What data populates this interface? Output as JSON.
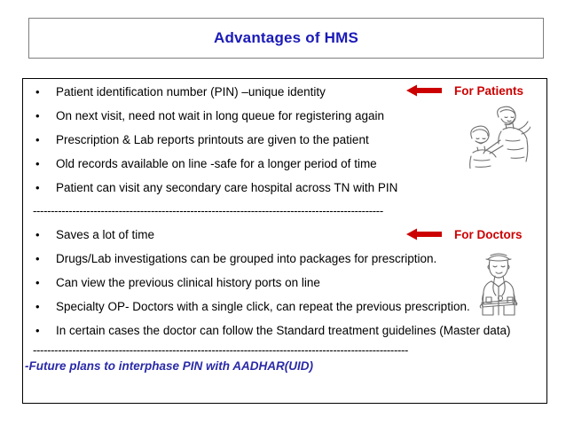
{
  "slide": {
    "title": "Advantages of HMS"
  },
  "patients": {
    "callout_label": "For Patients",
    "arrow_icon": "left-arrow-icon",
    "sketch_icon": "doctor-examining-child-sketch",
    "bullet_glyph": "•",
    "bullets": [
      "Patient identification number (PIN) –unique identity",
      "On next visit, need not wait in long queue for registering again",
      "Prescription & Lab reports printouts are given to the patient",
      "Old records  available on line -safe for a longer period of time",
      "Patient can visit any secondary care hospital across TN with PIN"
    ]
  },
  "doctors": {
    "callout_label": "For Doctors",
    "arrow_icon": "left-arrow-icon",
    "sketch_icon": "doctor-with-clipboard-sketch",
    "bullet_glyph": "•",
    "bullets": [
      "Saves a lot of time",
      "Drugs/Lab investigations can be grouped into packages for prescription.",
      "Can view the previous clinical history ports on line",
      "Specialty OP- Doctors with a single click, can repeat the previous prescription.",
      "In certain cases the doctor can follow the Standard treatment guidelines (Master data)"
    ]
  },
  "dividers": {
    "first": "--------------------------------------------------------------------------------------------------",
    "second": "---------------------------------------------------------------------------------------------------------"
  },
  "footer": {
    "note": "-Future plans to interphase PIN with AADHAR(UID)"
  },
  "colors": {
    "title_blue": "#1a1ab8",
    "callout_red": "#cc0000",
    "footer_blue": "#2a2aa8",
    "body_text": "#000000"
  }
}
